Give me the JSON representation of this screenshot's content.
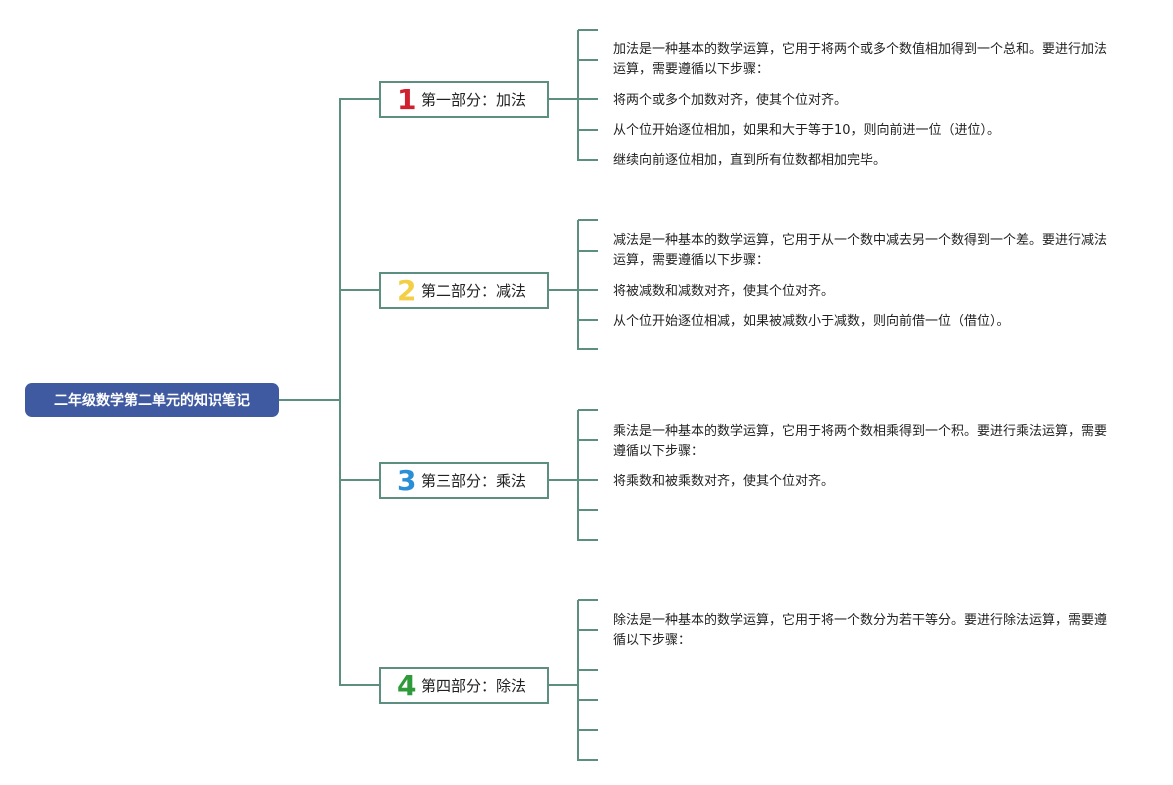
{
  "title": "二年级数学第二单元的知识笔记",
  "colors": {
    "root": "#3f5aa0",
    "line": "#5d8f80",
    "num1": "#d0202e",
    "num2": "#f2cf45",
    "num3": "#2b8fd6",
    "num4": "#2e9a3a"
  },
  "branches": [
    {
      "number": "1",
      "label": "第一部分：加法",
      "notes": [
        "加法是一种基本的数学运算，它用于将两个或多个数值相加得到一个总和。要进行加法运算，需要遵循以下步骤：",
        "将两个或多个加数对齐，使其个位对齐。",
        "从个位开始逐位相加，如果和大于等于10，则向前进一位（进位）。",
        "继续向前逐位相加，直到所有位数都相加完毕。"
      ]
    },
    {
      "number": "2",
      "label": "第二部分：减法",
      "notes": [
        "减法是一种基本的数学运算，它用于从一个数中减去另一个数得到一个差。要进行减法运算，需要遵循以下步骤：",
        "将被减数和减数对齐，使其个位对齐。",
        "从个位开始逐位相减，如果被减数小于减数，则向前借一位（借位）。"
      ]
    },
    {
      "number": "3",
      "label": "第三部分：乘法",
      "notes": [
        "乘法是一种基本的数学运算，它用于将两个数相乘得到一个积。要进行乘法运算，需要遵循以下步骤：",
        "将乘数和被乘数对齐，使其个位对齐。"
      ]
    },
    {
      "number": "4",
      "label": "第四部分：除法",
      "notes": [
        "除法是一种基本的数学运算，它用于将一个数分为若干等分。要进行除法运算，需要遵循以下步骤："
      ]
    }
  ]
}
